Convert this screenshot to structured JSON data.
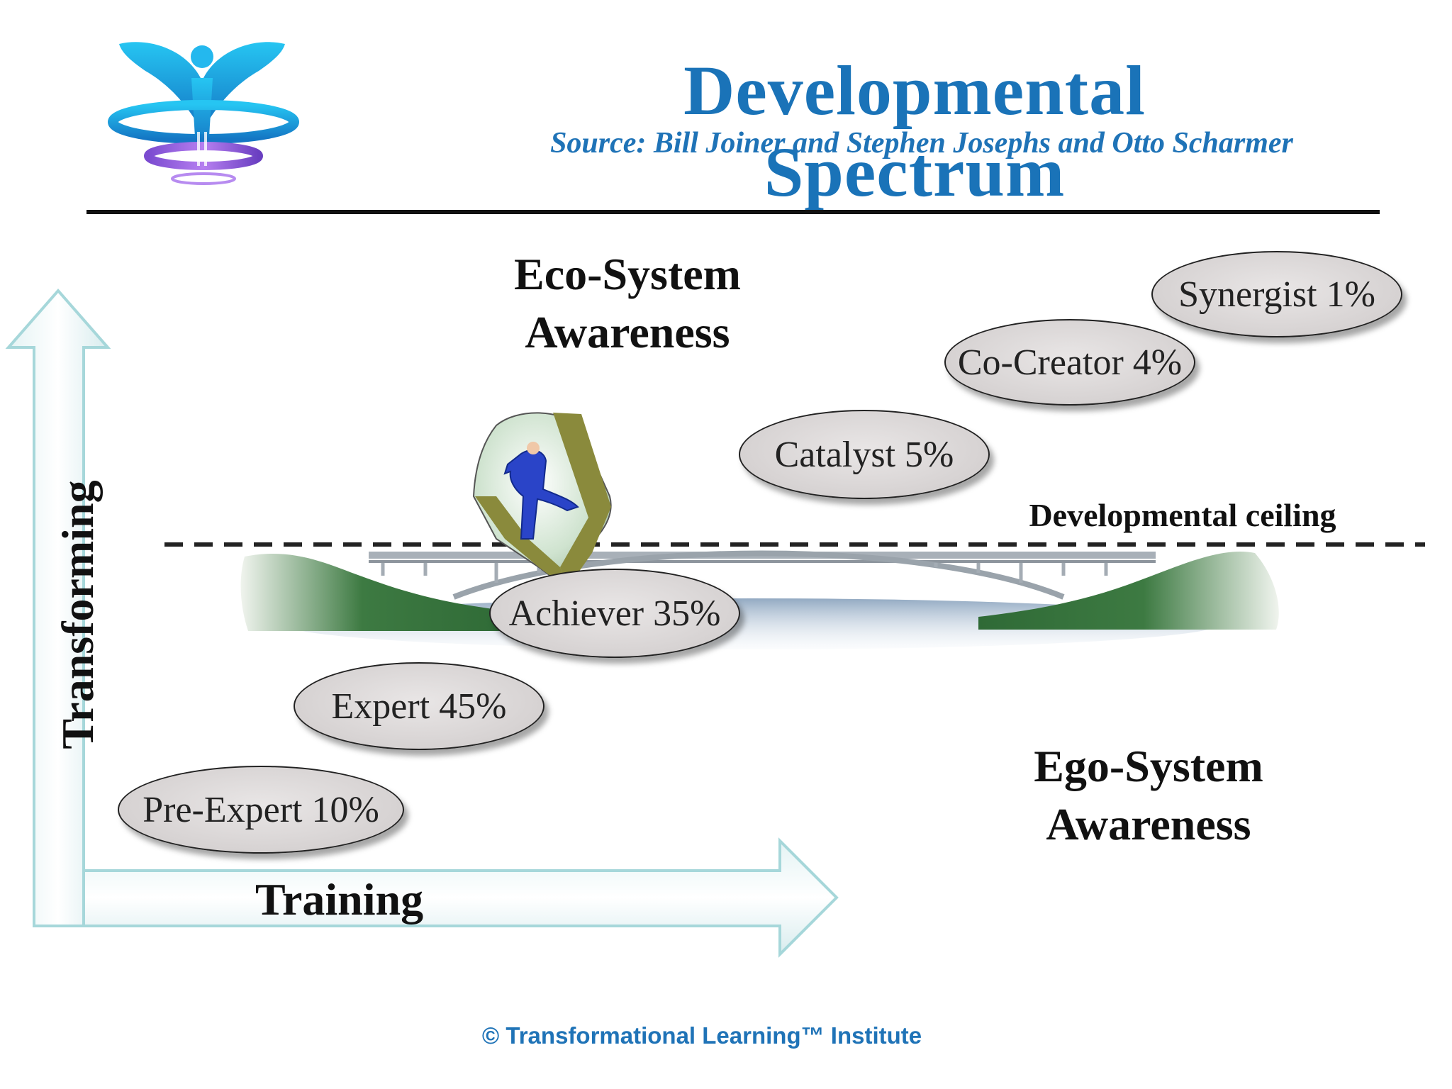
{
  "header": {
    "title": "Developmental Spectrum",
    "subtitle": "Source: Bill Joiner and Stephen Josephs and Otto Scharmer"
  },
  "regions": {
    "eco_line1": "Eco-System",
    "eco_line2": "Awareness",
    "ego_line1": "Ego-System",
    "ego_line2": "Awareness"
  },
  "ceiling_label": "Developmental ceiling",
  "axes": {
    "vertical": "Transforming",
    "horizontal": "Training"
  },
  "stages": [
    {
      "label": "Pre-Expert 10%"
    },
    {
      "label": "Expert 45%"
    },
    {
      "label": "Achiever 35%"
    },
    {
      "label": "Catalyst 5%"
    },
    {
      "label": "Co-Creator 4%"
    },
    {
      "label": "Synergist 1%"
    }
  ],
  "footer": "© Transformational Learning™ Institute",
  "colors": {
    "title": "#1a73b8",
    "oval_fill": "#d6d2d2",
    "arrow_outline": "#9fd3d6",
    "water": "#8fa9c4",
    "hills": "#3f7a44"
  },
  "icons": {
    "logo": "fountain-person-logo",
    "climber": "climber-breaking-through-rock-icon"
  }
}
